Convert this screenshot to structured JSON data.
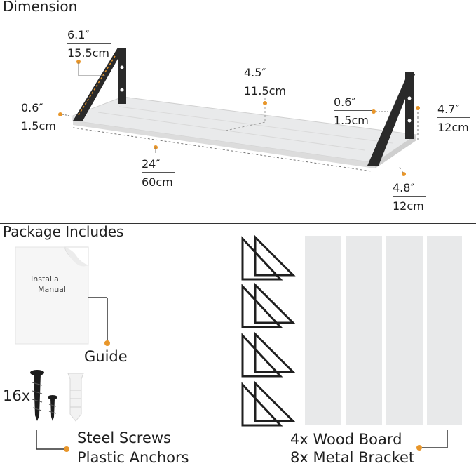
{
  "dimension": {
    "title": "Dimension",
    "labels": [
      {
        "key": "bracket_height",
        "top": "6.1″",
        "bottom": "15.5cm"
      },
      {
        "key": "bracket_gap",
        "top": "4.5″",
        "bottom": "11.5cm"
      },
      {
        "key": "left_thickness",
        "top": "0.6″",
        "bottom": "1.5cm"
      },
      {
        "key": "right_thickness",
        "top": "0.6″",
        "bottom": "1.5cm"
      },
      {
        "key": "bracket_drop",
        "top": "4.7″",
        "bottom": "12cm"
      },
      {
        "key": "length",
        "top": "24″",
        "bottom": "60cm"
      },
      {
        "key": "depth",
        "top": "4.8″",
        "bottom": "12cm"
      }
    ]
  },
  "package": {
    "title": "Package Includes",
    "manual_text": [
      "Installa",
      "Manual"
    ],
    "guide_label": "Guide",
    "screw_count": "16x",
    "screws_line1": "Steel Screws",
    "screws_line2": "Plastic Anchors",
    "boards_line1": "4x Wood Board",
    "boards_line2": "8x Metal Bracket"
  },
  "colors": {
    "accent": "#e8962a",
    "board": "#e9eaeb",
    "bracket": "#2a2a2a"
  }
}
